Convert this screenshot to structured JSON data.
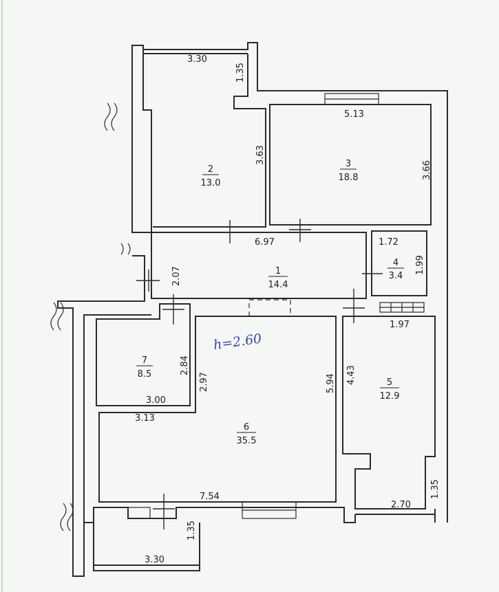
{
  "ceiling_note": "h=2.60",
  "rooms": [
    {
      "id": "1",
      "area": "14.4"
    },
    {
      "id": "2",
      "area": "13.0"
    },
    {
      "id": "3",
      "area": "18.8"
    },
    {
      "id": "4",
      "area": "3.4"
    },
    {
      "id": "5",
      "area": "12.9"
    },
    {
      "id": "6",
      "area": "35.5"
    },
    {
      "id": "7",
      "area": "8.5"
    }
  ],
  "dimensions": {
    "balcony_top_width": "3.30",
    "balcony_top_depth": "1.35",
    "room2_height": "3.63",
    "room3_width": "5.13",
    "room3_height": "3.66",
    "hall_width": "6.97",
    "hall_height": "2.07",
    "room4_width": "1.72",
    "room4_height": "1.99",
    "room5_top_width": "1.97",
    "room5_height": "4.43",
    "room5_bottom_width": "2.70",
    "room5_bottom_depth": "1.35",
    "room7_height": "2.84",
    "room7_width": "3.00",
    "room6_left_height": "2.97",
    "room6_top_width": "3.13",
    "room6_right_height": "5.94",
    "room6_bottom_width": "7.54",
    "balcony_bottom_depth": "1.35",
    "balcony_bottom_width": "3.30"
  }
}
